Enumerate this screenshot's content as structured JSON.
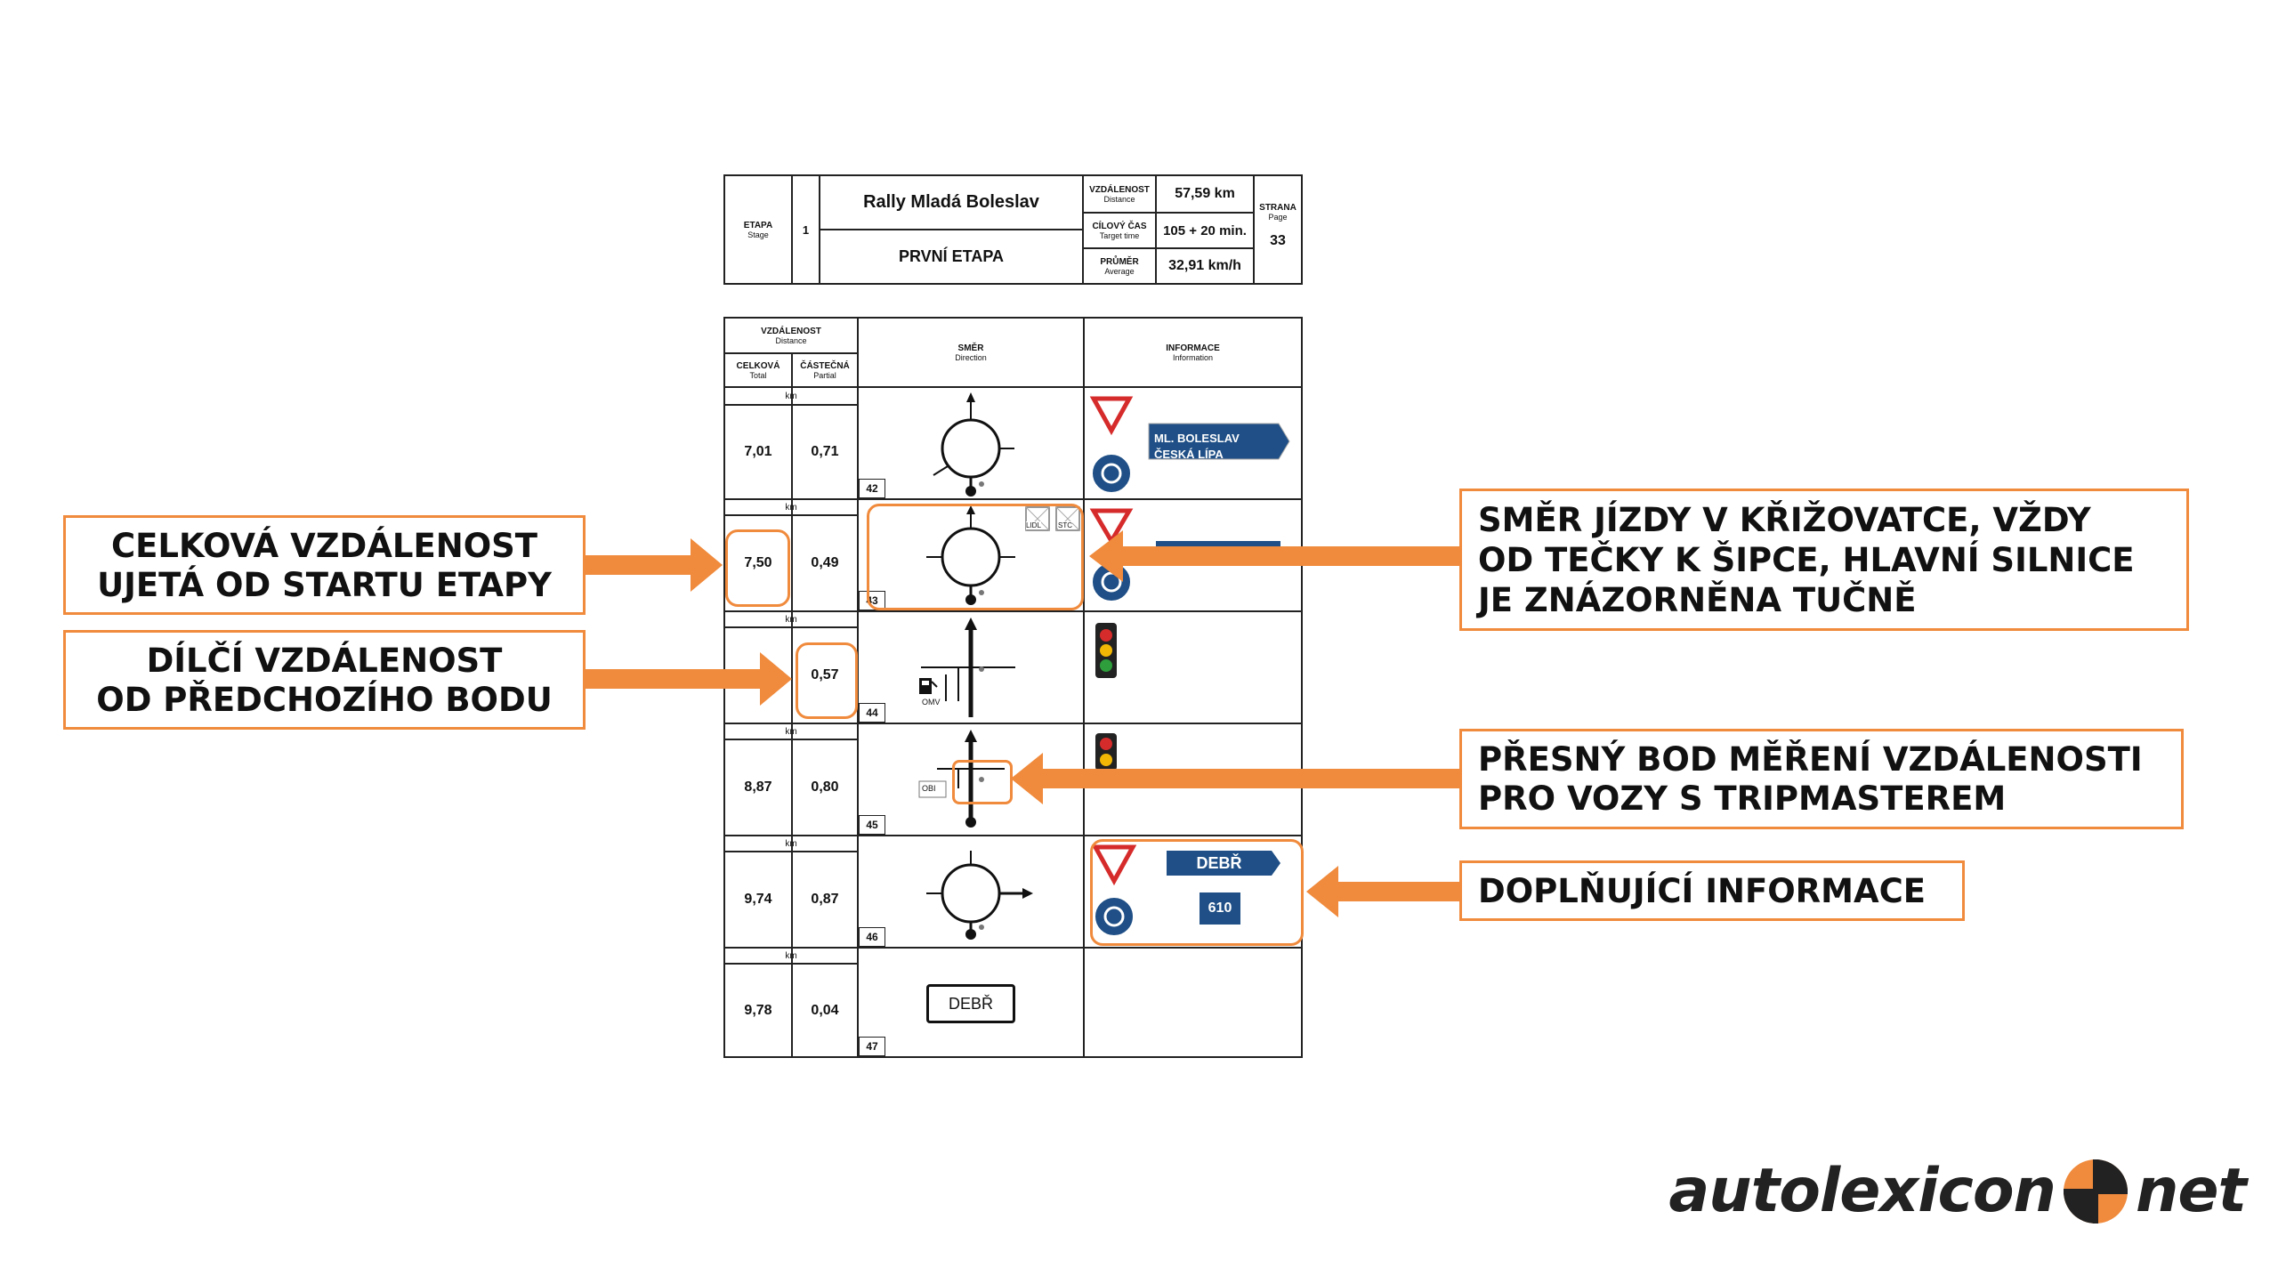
{
  "header": {
    "etapa_label": "ETAPA",
    "etapa_sub": "Stage",
    "etapa_value": "1",
    "rally_name": "Rally Mladá Boleslav",
    "stage_name": "PRVNÍ ETAPA",
    "distance_label": "VZDÁLENOST",
    "distance_sub": "Distance",
    "distance_value": "57,59 km",
    "target_label": "CÍLOVÝ ČAS",
    "target_sub": "Target time",
    "target_value": "105 + 20 min.",
    "average_label": "PRŮMĚR",
    "average_sub": "Average",
    "average_value": "32,91 km/h",
    "page_label": "STRANA",
    "page_sub": "Page",
    "page_value": "33"
  },
  "columns": {
    "distance": "VZDÁLENOST",
    "distance_sub": "Distance",
    "total": "CELKOVÁ",
    "total_sub": "Total",
    "partial": "ČÁSTEČNÁ",
    "partial_sub": "Partial",
    "direction": "SMĚR",
    "direction_sub": "Direction",
    "info": "INFORMACE",
    "info_sub": "Information",
    "unit": "km"
  },
  "rows": [
    {
      "index": "42",
      "total": "7,01",
      "partial": "0,71"
    },
    {
      "index": "43",
      "total": "7,50",
      "partial": "0,49"
    },
    {
      "index": "44",
      "total": "",
      "partial": "0,57"
    },
    {
      "index": "45",
      "total": "8,87",
      "partial": "0,80"
    },
    {
      "index": "46",
      "total": "9,74",
      "partial": "0,87"
    },
    {
      "index": "47",
      "total": "9,78",
      "partial": "0,04"
    }
  ],
  "signs": {
    "row1_line1": "ML. BOLESLAV",
    "row1_line2": "ČESKÁ LÍPA",
    "row2_lidl": "LIDL",
    "row2_stc": "STC",
    "row3_omv": "OMV",
    "row4_obi": "OBI",
    "row5_dest": "DEBŘ",
    "row5_road": "610",
    "row6_town": "DEBŘ"
  },
  "callouts": {
    "total_line1": "CELKOVÁ VZDÁLENOST",
    "total_line2": "UJETÁ OD STARTU ETAPY",
    "partial_line1": "DÍLČÍ VZDÁLENOST",
    "partial_line2": "OD PŘEDCHOZÍHO BODU",
    "direction_line1": "SMĚR JÍZDY V KŘIŽOVATCE, VŽDY",
    "direction_line2": "OD TEČKY K ŠIPCE, HLAVNÍ SILNICE",
    "direction_line3": "JE ZNÁZORNĚNA TUČNĚ",
    "tripmaster_line1": "PŘESNÝ BOD MĚŘENÍ VZDÁLENOSTI",
    "tripmaster_line2": "PRO VOZY S TRIPMASTEREM",
    "extra_info": "DOPLŇUJÍCÍ INFORMACE"
  },
  "colors": {
    "accent": "#f08a3c",
    "sign_blue": "#1f4f86",
    "sign_red": "#d62b2b"
  },
  "logo": {
    "left": "autolexicon",
    "right": "net"
  }
}
